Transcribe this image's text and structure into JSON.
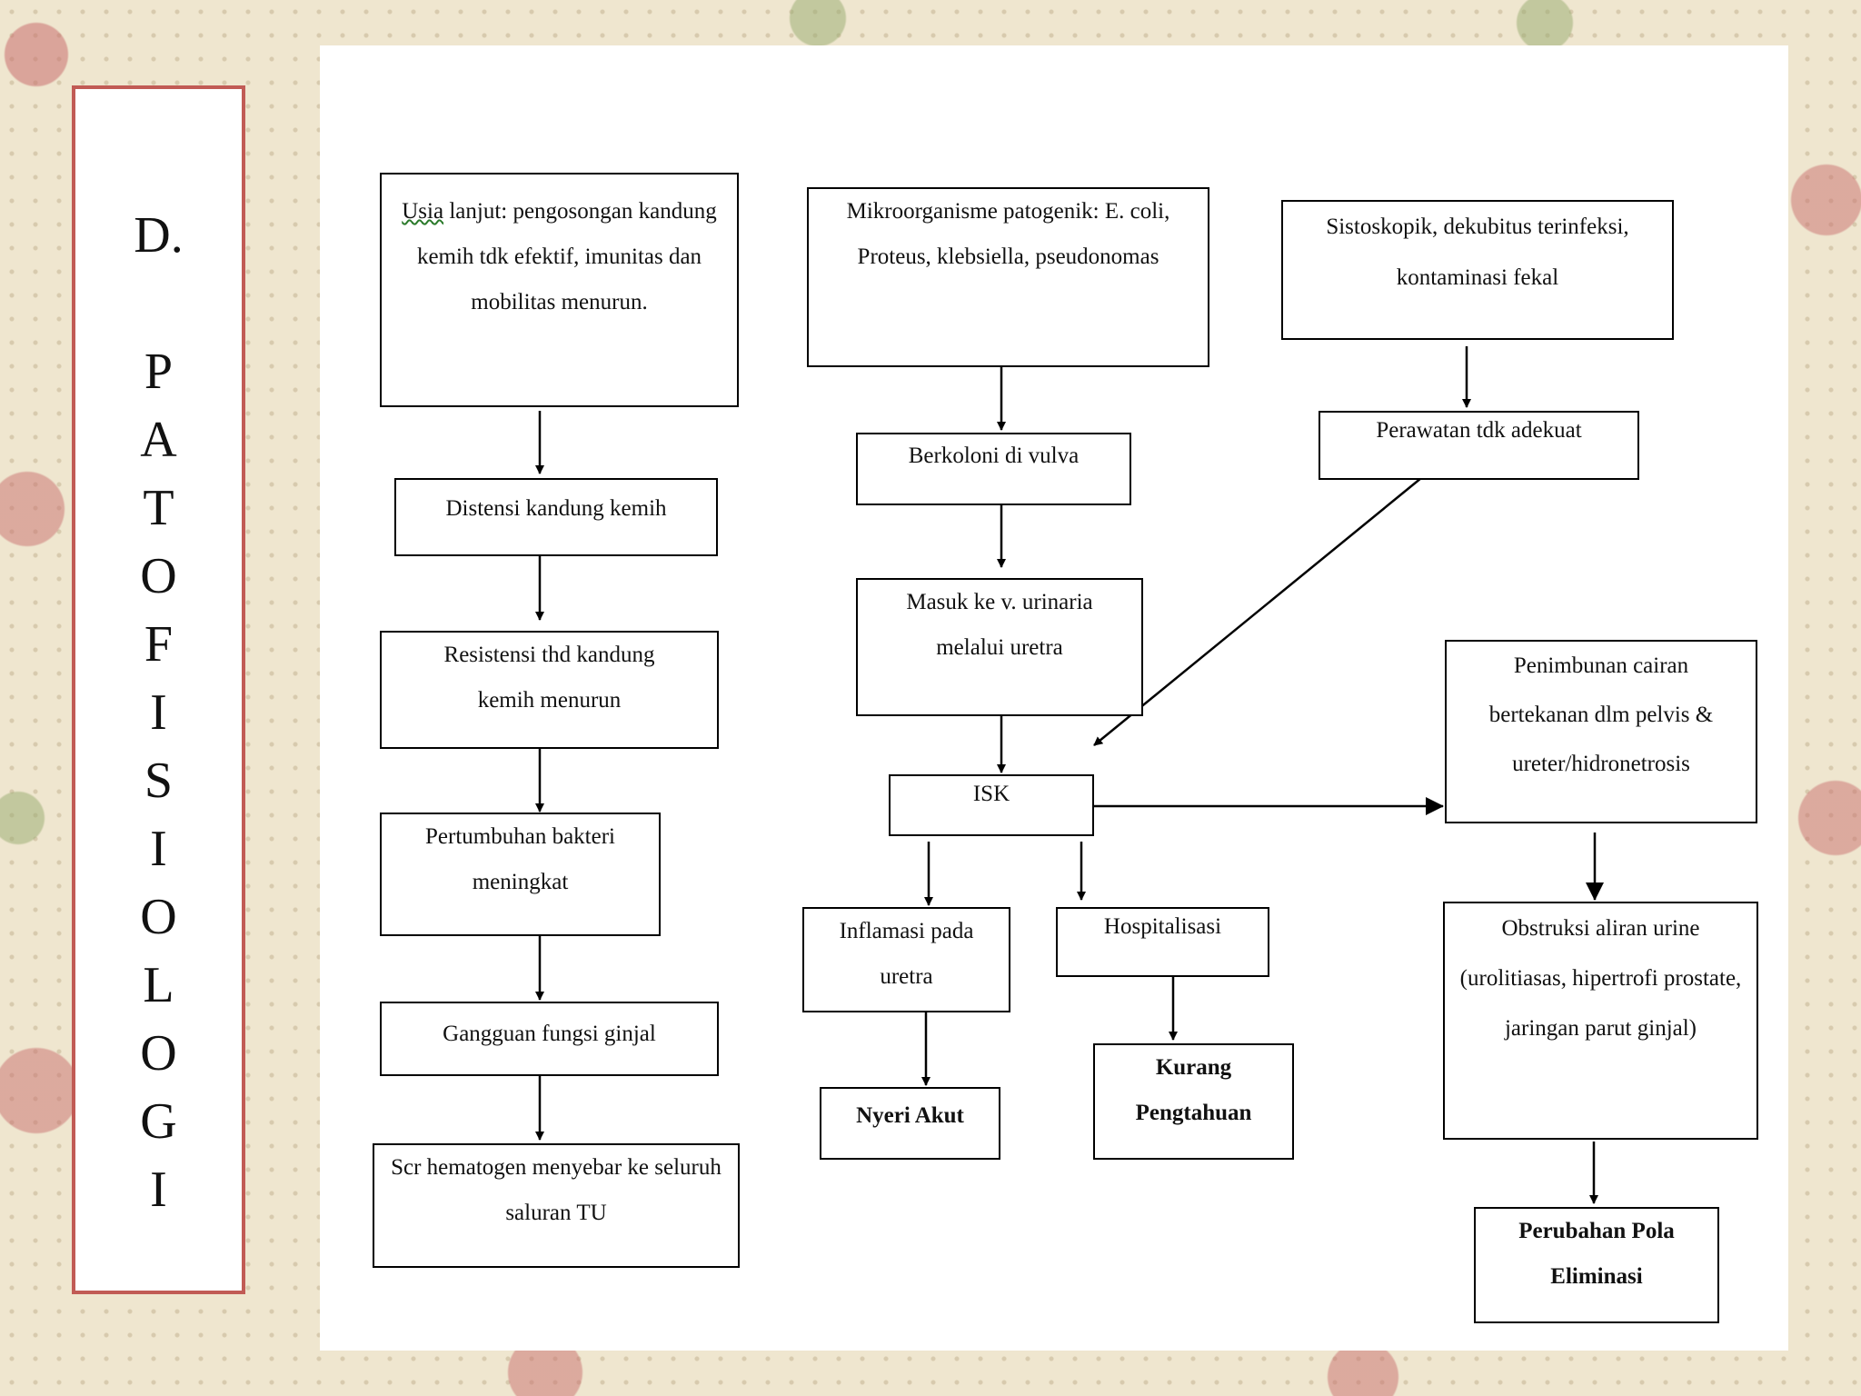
{
  "title": {
    "prefix": "D.",
    "letters": [
      "P",
      "A",
      "T",
      "O",
      "F",
      "I",
      "S",
      "I",
      "O",
      "L",
      "O",
      "G",
      "I"
    ]
  },
  "nodes": {
    "usia": {
      "underlined": "Usia",
      "rest": " lanjut: pengosongan kandung kemih tdk efektif, imunitas dan mobilitas menurun."
    },
    "distensi": "Distensi kandung kemih",
    "resistensi": "Resistensi thd kandung kemih menurun",
    "pertumbuhan": "Pertumbuhan bakteri meningkat",
    "gangguan": "Gangguan fungsi ginjal",
    "scr": "Scr hematogen menyebar ke seluruh saluran TU",
    "mikro": "Mikroorganisme patogenik: E. coli, Proteus, klebsiella, pseudonomas",
    "berkoloni": "Berkoloni di vulva",
    "masuk": "Masuk ke v. urinaria melalui uretra",
    "isk": "ISK",
    "inflamasi": "Inflamasi pada uretra",
    "nyeri": "Nyeri Akut",
    "hospitalisasi": "Hospitalisasi",
    "kurang": "Kurang Pengtahuan",
    "sistoskopik": "Sistoskopik, dekubitus terinfeksi, kontaminasi fekal",
    "perawatan": "Perawatan tdk adekuat",
    "penimbunan": "Penimbunan cairan bertekanan dlm pelvis & ureter/hidronetrosis",
    "obstruksi": "Obstruksi aliran urine (urolitiasas, hipertrofi prostate, jaringan parut ginjal)",
    "perubahan": "Perubahan Pola Eliminasi"
  }
}
